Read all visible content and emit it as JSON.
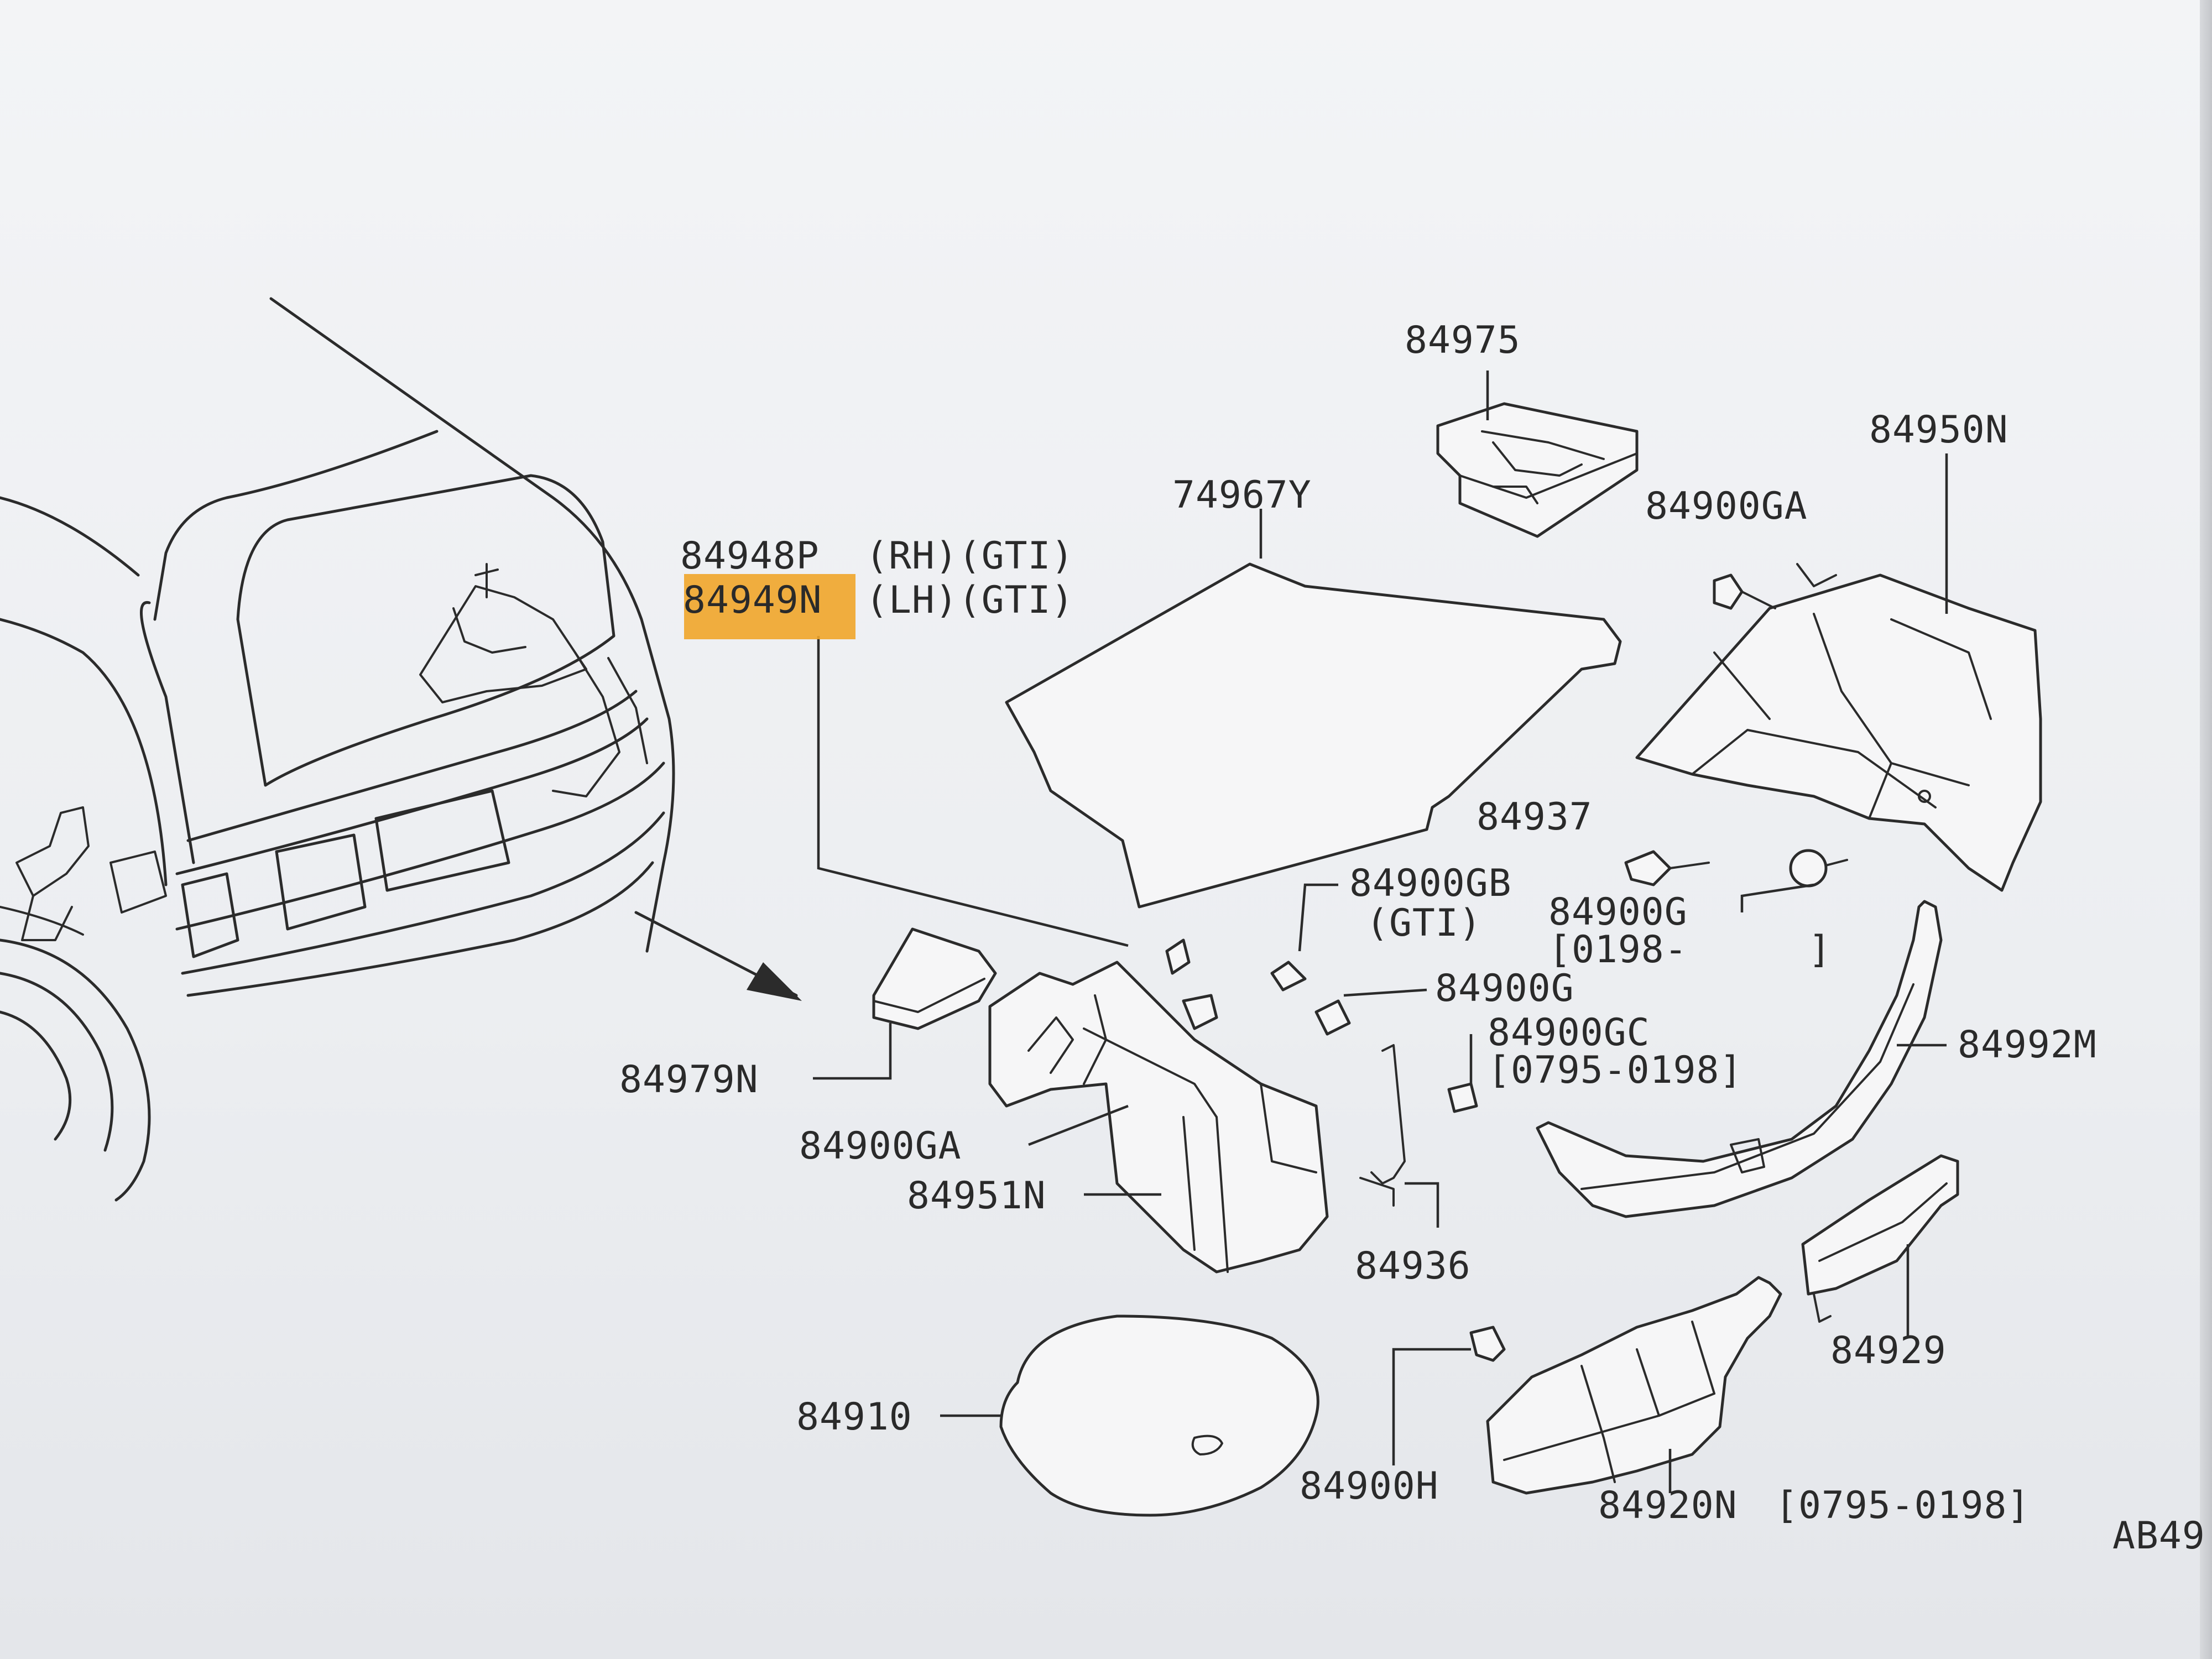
{
  "diagram": {
    "highlight_color": "#f0a52a",
    "highlighted_part": "84949N",
    "parts": {
      "p84975": "84975",
      "p84950N": "84950N",
      "p74967Y": "74967Y",
      "p84900GA_top": "84900GA",
      "p84948P": "84948P",
      "p84948P_qual": "(RH)(GTI)",
      "p84949N": "84949N",
      "p84949N_qual": "(LH)(GTI)",
      "p84937": "84937",
      "p84900GB": "84900GB",
      "p84900GB_qual": "(GTI)",
      "p84900G_right": "84900G",
      "p84900G_right_date": "[0198-",
      "p84900G_right_date_end": "]",
      "p84900G_mid": "84900G",
      "p84900GC": "84900GC",
      "p84900GC_date": "[0795-0198]",
      "p84992M": "84992M",
      "p84979N": "84979N",
      "p84900GA_left": "84900GA",
      "p84951N": "84951N",
      "p84936": "84936",
      "p84929": "84929",
      "p84910": "84910",
      "p84900H": "84900H",
      "p84920N": "84920N",
      "p84920N_date": "[0795-0198]",
      "ref_code": "AB49"
    }
  }
}
